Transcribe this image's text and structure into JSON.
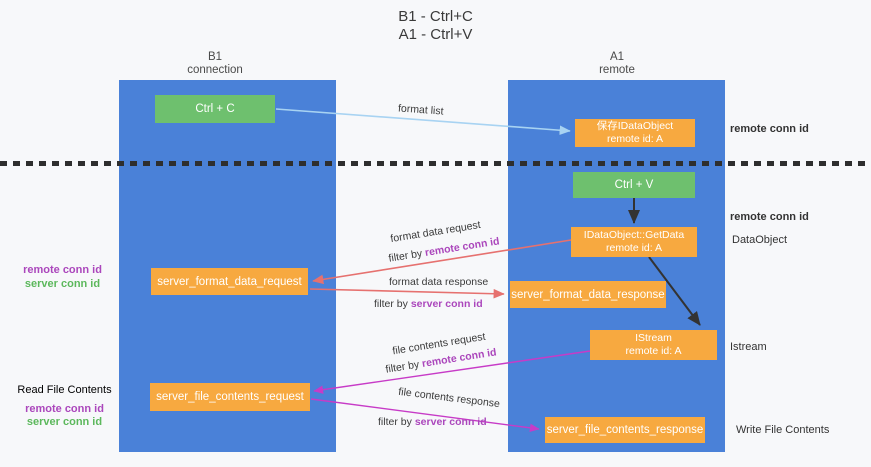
{
  "title": {
    "line1": "B1 - Ctrl+C",
    "line2": "A1 - Ctrl+V"
  },
  "columns": {
    "left": {
      "name": "B1",
      "role": "connection"
    },
    "right": {
      "name": "A1",
      "role": "remote"
    }
  },
  "boxes": {
    "ctrl_c": {
      "label": "Ctrl + C"
    },
    "ctrl_v": {
      "label": "Ctrl + V"
    },
    "save_dataobject": {
      "line1": "保存IDataObject",
      "line2": "remote id: A"
    },
    "getdata": {
      "line1": "IDataObject::GetData",
      "line2": "remote id: A"
    },
    "istream": {
      "line1": "IStream",
      "line2": "remote id: A"
    },
    "server_format_data_request": {
      "label": "server_format_data_request"
    },
    "server_format_data_response": {
      "label": "server_format_data_response"
    },
    "server_file_contents_request": {
      "label": "server_file_contents_request"
    },
    "server_file_contents_response": {
      "label": "server_file_contents_response"
    }
  },
  "arrows": {
    "format_list": {
      "label": "format list"
    },
    "format_data_request": {
      "label": "format data request",
      "filter_prefix": "filter by",
      "filter_key": "remote conn id"
    },
    "format_data_response": {
      "label": "format data response",
      "filter_prefix": "filter by",
      "filter_key": "server conn id"
    },
    "file_contents_request": {
      "label": "file contents request",
      "filter_prefix": "filter by",
      "filter_key": "remote conn id"
    },
    "file_contents_response": {
      "label": "file contents response",
      "filter_prefix": "filter by",
      "filter_key": "server conn id"
    }
  },
  "side_labels": {
    "right_top_conn_id": "remote conn id",
    "right_mid_conn_id": "remote conn id",
    "dataobject": "DataObject",
    "istream": "Istream",
    "write_file_contents": "Write File Contents",
    "left_mid": {
      "remote": "remote conn id",
      "server": "server conn id"
    },
    "left_bottom": {
      "title": "Read File Contents",
      "remote": "remote conn id",
      "server": "server conn id"
    }
  },
  "colors": {
    "column_blue": "#4a81d8",
    "box_green": "#6ec06e",
    "box_orange": "#f7a940",
    "arrow_lightblue": "#a8d3f2",
    "arrow_red": "#e6716f",
    "arrow_magenta": "#c73bc7",
    "arrow_black": "#333333",
    "conn_id_purple": "#ab47bc",
    "conn_id_green": "#5cb85c"
  }
}
